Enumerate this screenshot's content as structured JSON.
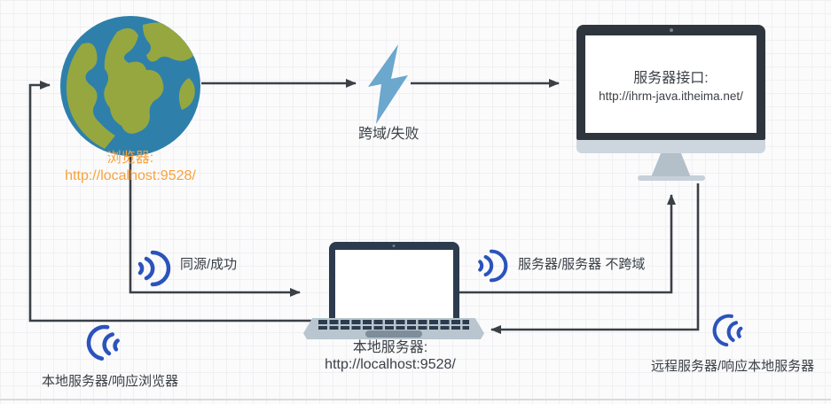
{
  "diagram": {
    "nodes": {
      "browser": {
        "label": "浏览器:",
        "url": "http://localhost:9528/"
      },
      "remote_server": {
        "label": "服务器接口:",
        "url": "http://ihrm-java.itheima.net/"
      },
      "local_server": {
        "label": "本地服务器:",
        "url": "http://localhost:9528/"
      }
    },
    "edges": {
      "cross_domain_fail": "跨域/失败",
      "same_origin_success": "同源/成功",
      "server_to_server": "服务器/服务器 不跨域",
      "local_responds_browser": "本地服务器/响应浏览器",
      "remote_responds_local": "远程服务器/响应本地服务器"
    },
    "icons": {
      "browser": "globe-icon",
      "cross_domain_block": "lightning-icon",
      "signal": "wifi-signal-icon",
      "remote_server": "desktop-monitor-icon",
      "local_server": "laptop-icon"
    },
    "palette": {
      "line": "#3A4046",
      "label_text": "#3A4046",
      "browser_accent": "#F9A23C",
      "wifi_blue": "#2B53BC",
      "lightning_blue": "#6CA7CD",
      "globe_ocean": "#2E80AB",
      "globe_land": "#96A740",
      "device_dark": "#2C3B4E",
      "device_light": "#C2CDD6",
      "screen_white": "#FFFFFF",
      "grid_line": "#F0F0F3",
      "background": "#FBFBFC"
    }
  }
}
